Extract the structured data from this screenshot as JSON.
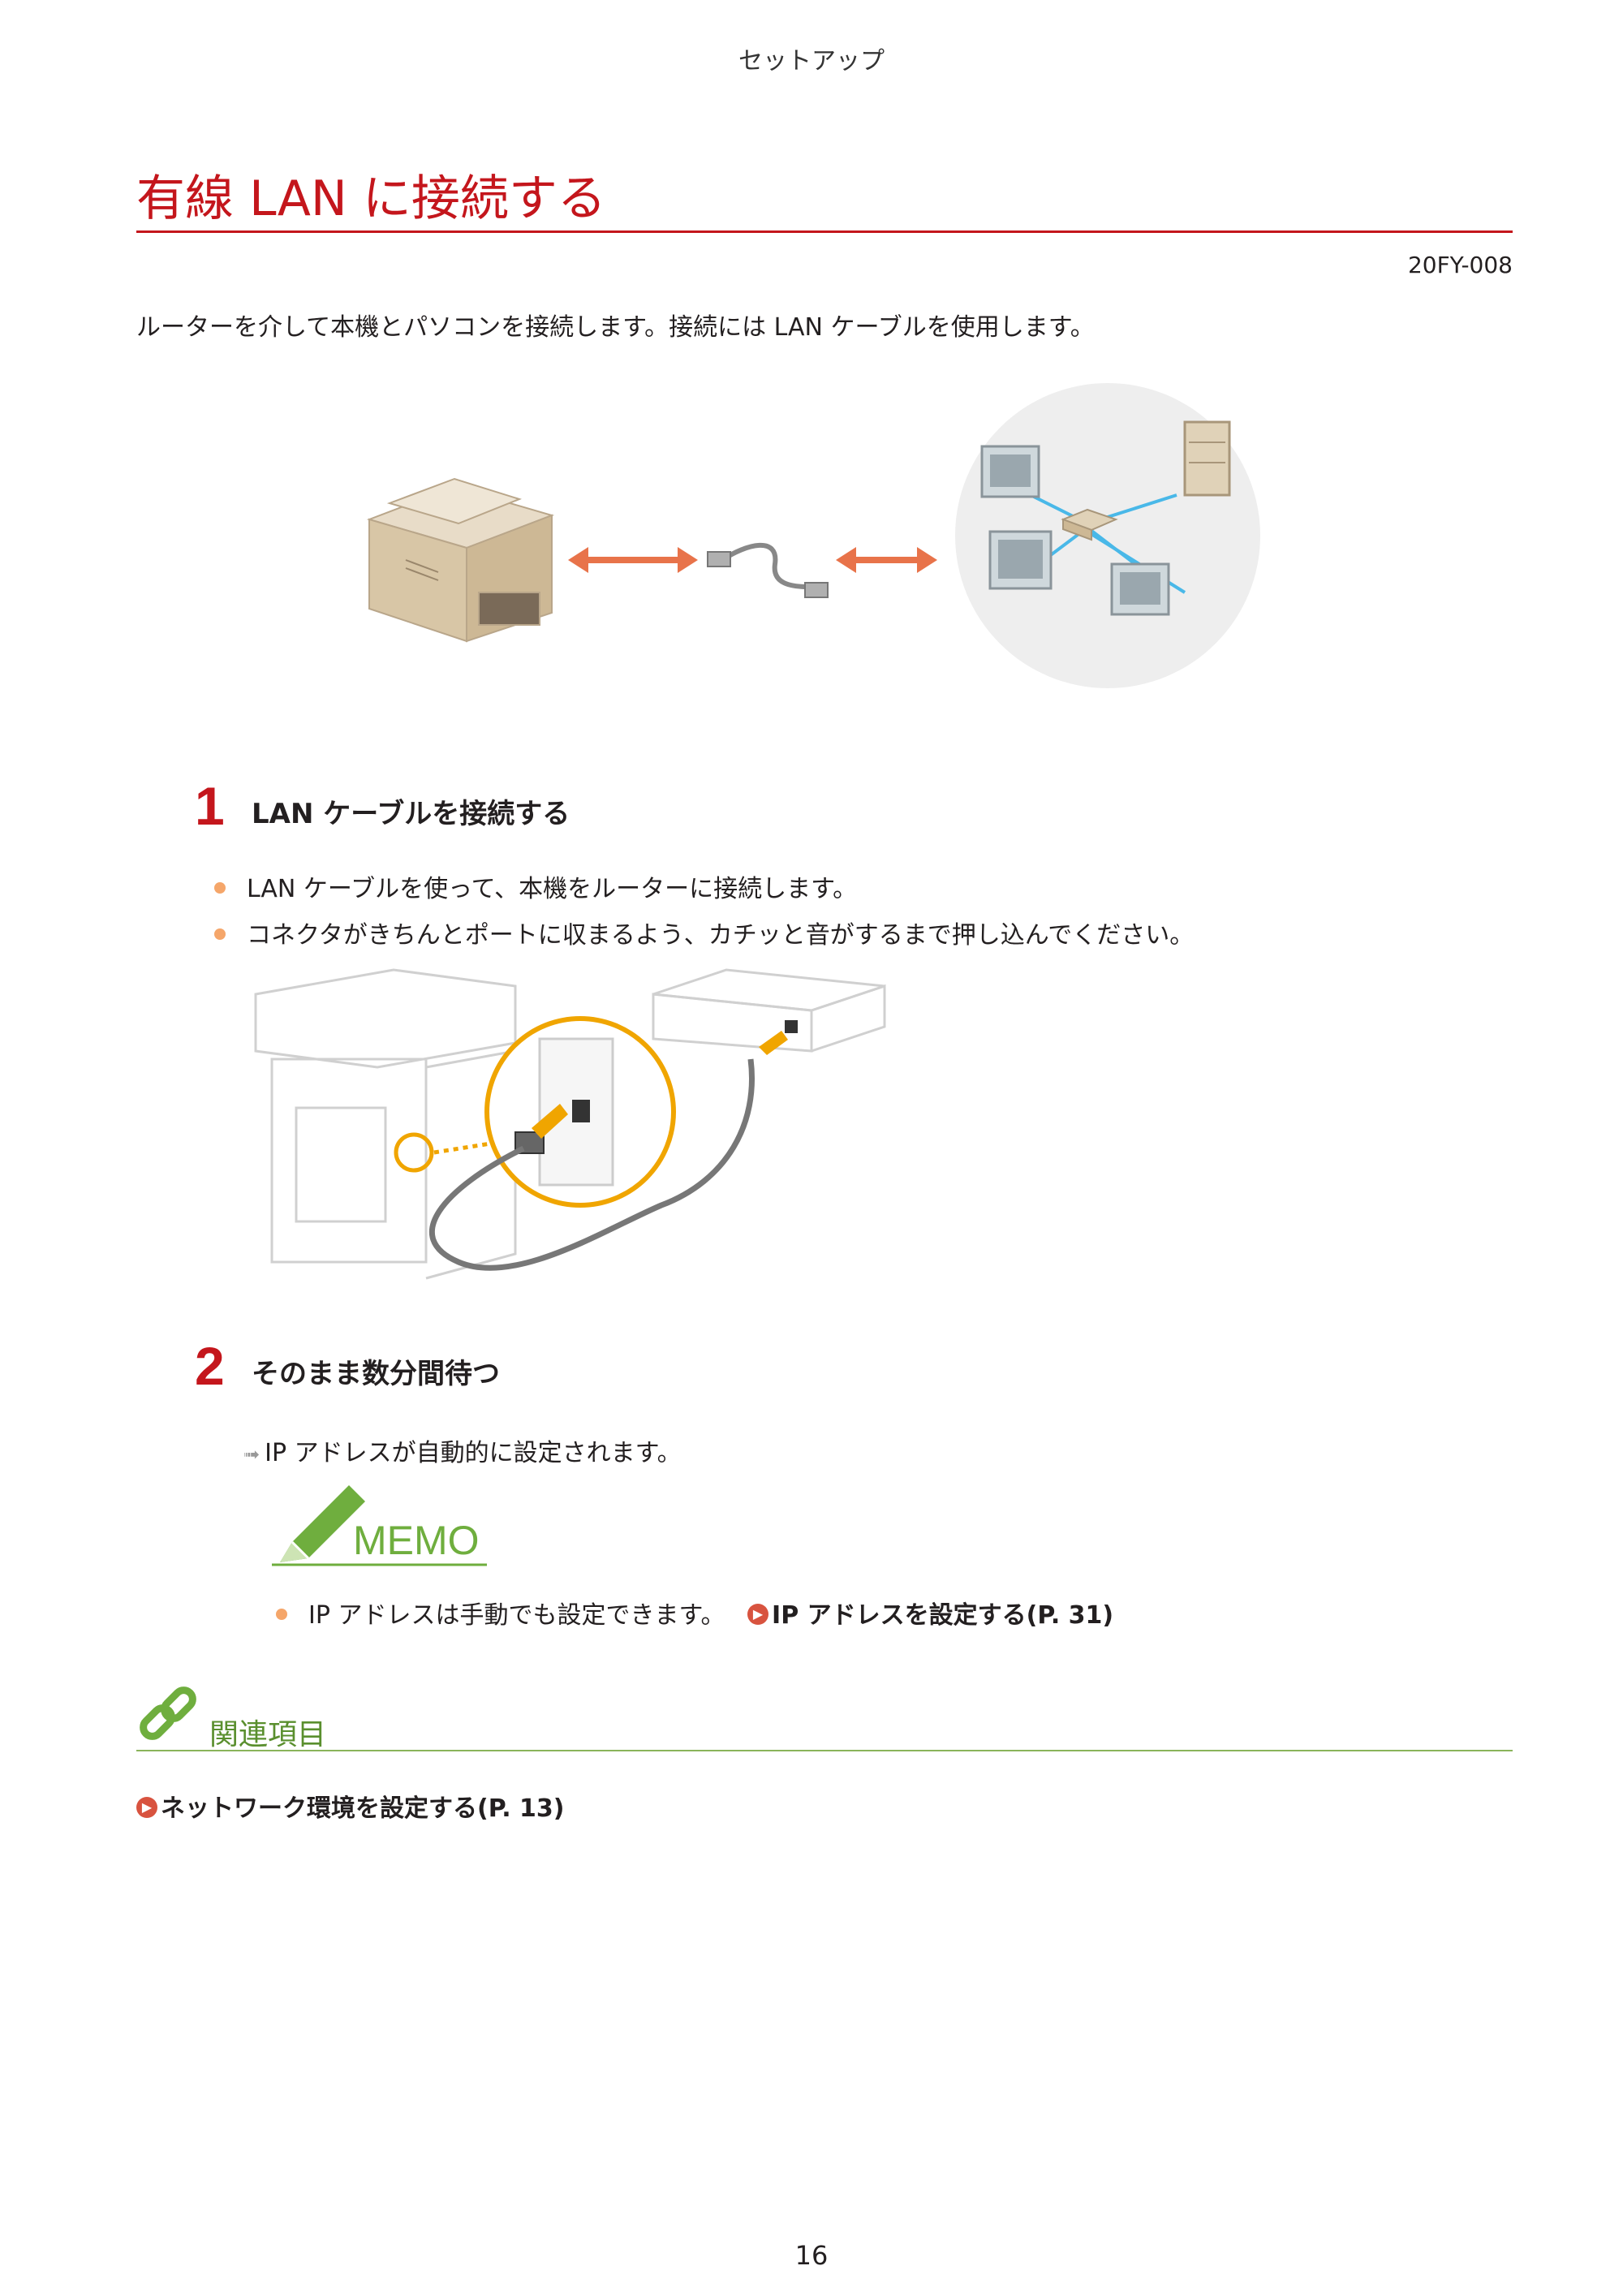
{
  "header": {
    "section": "セットアップ"
  },
  "page": {
    "title": "有線 LAN に接続する",
    "doc_code": "20FY-008",
    "intro": "ルーターを介して本機とパソコンを接続します。接続には LAN ケーブルを使用します。",
    "page_number": "16"
  },
  "steps": [
    {
      "number": "1",
      "title": "LAN ケーブルを接続する",
      "bullets": [
        "LAN ケーブルを使って、本機をルーターに接続します。",
        "コネクタがきちんとポートに収まるよう、カチッと音がするまで押し込んでください。"
      ]
    },
    {
      "number": "2",
      "title": "そのまま数分間待つ",
      "result": "IP アドレスが自動的に設定されます。"
    }
  ],
  "memo": {
    "label": "MEMO",
    "text": "IP アドレスは手動でも設定できます。",
    "link": "IP アドレスを設定する(P. 31)"
  },
  "related": {
    "heading": "関連項目",
    "links": [
      "ネットワーク環境を設定する(P. 13)"
    ]
  },
  "colors": {
    "accent": "#c4161c",
    "bullet": "#f5a66a",
    "link_icon": "#d8533f",
    "related": "#5a8f2e"
  },
  "icons": [
    "double-arrow-icon",
    "lan-cable-icon",
    "pencil-icon",
    "chain-link-icon",
    "link-arrow-icon",
    "result-arrow-icon"
  ]
}
